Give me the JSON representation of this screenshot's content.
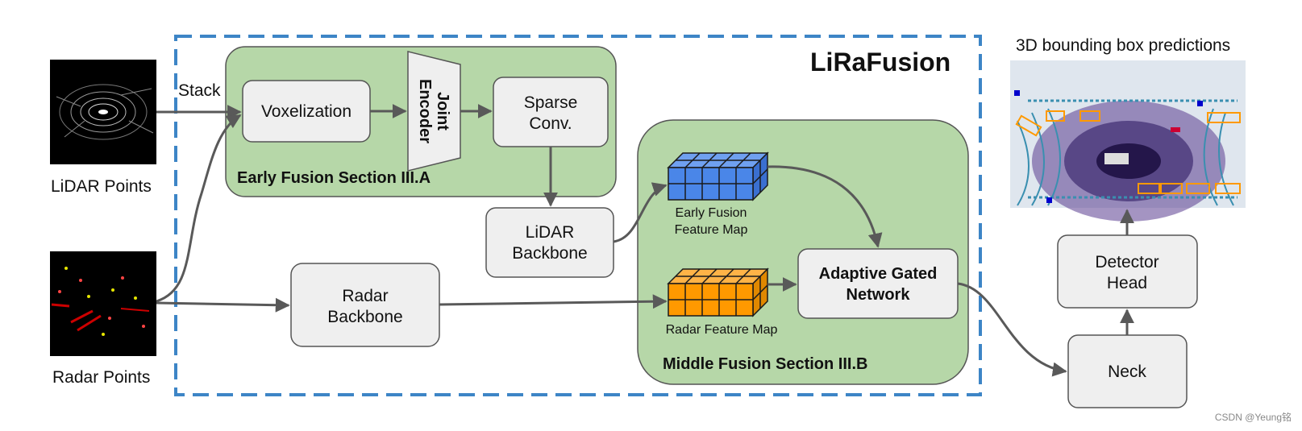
{
  "title": "LiRaFusion",
  "inputs": {
    "lidar_label": "LiDAR Points",
    "radar_label": "Radar Points",
    "stack_label": "Stack"
  },
  "early_fusion": {
    "section_label": "Early Fusion Section III.A",
    "voxelization": "Voxelization",
    "joint_encoder": [
      "Joint",
      "Encoder"
    ],
    "sparse_conv": [
      "Sparse",
      "Conv."
    ],
    "lidar_backbone": [
      "LiDAR",
      "Backbone"
    ]
  },
  "radar_backbone": [
    "Radar",
    "Backbone"
  ],
  "middle_fusion": {
    "section_label": "Middle Fusion Section III.B",
    "early_feature_map": [
      "Early Fusion",
      "Feature Map"
    ],
    "radar_feature_map": "Radar Feature Map",
    "gated_network": [
      "Adaptive Gated",
      "Network"
    ]
  },
  "head": {
    "neck": "Neck",
    "detector_head": [
      "Detector",
      "Head"
    ],
    "predictions_label": "3D bounding box predictions"
  },
  "colors": {
    "dashed_border": "#3d85c6",
    "section_fill": "#b6d7a8",
    "box_fill": "#efefef",
    "early_cube": "#4a86e8",
    "radar_cube": "#ff9900",
    "arrow": "#595959"
  },
  "watermark": "CSDN @Yeung铭"
}
